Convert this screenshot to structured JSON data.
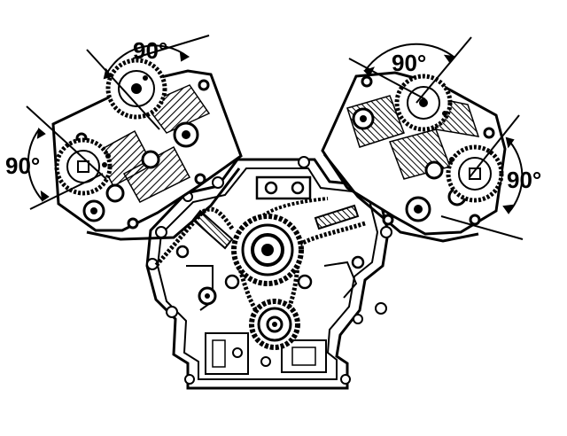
{
  "labels": {
    "left_upper_cam_angle": "90°",
    "left_lower_cam_angle": "90°",
    "right_upper_cam_angle": "90°",
    "right_lower_cam_angle": "90°"
  },
  "colors": {
    "ink": "#000000",
    "paper": "#ffffff"
  }
}
